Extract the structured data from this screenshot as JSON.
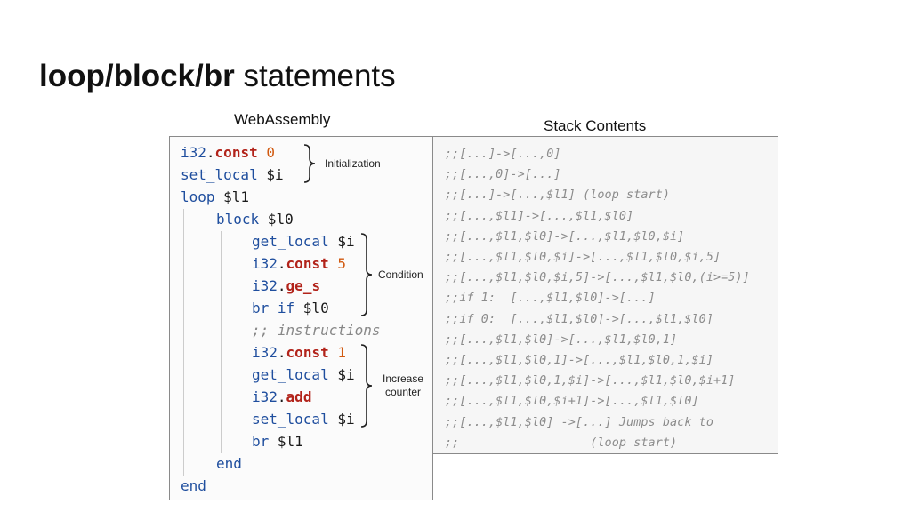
{
  "title": {
    "bold": "loop/block/br",
    "rest": "statements"
  },
  "captions": {
    "webassembly": "WebAssembly",
    "stack": "Stack Contents"
  },
  "code": [
    {
      "indent": 0,
      "tokens": [
        {
          "t": "i32",
          "c": "blue"
        },
        {
          "t": ".",
          "c": "black"
        },
        {
          "t": "const",
          "c": "red"
        },
        {
          "t": " 0",
          "c": "orange"
        }
      ]
    },
    {
      "indent": 0,
      "tokens": [
        {
          "t": "set_local",
          "c": "blue"
        },
        {
          "t": " $i",
          "c": "black"
        }
      ]
    },
    {
      "indent": 0,
      "tokens": [
        {
          "t": "loop",
          "c": "blue"
        },
        {
          "t": " $l1",
          "c": "black"
        }
      ]
    },
    {
      "indent": 1,
      "tokens": [
        {
          "t": "block",
          "c": "blue"
        },
        {
          "t": " $l0",
          "c": "black"
        }
      ]
    },
    {
      "indent": 2,
      "tokens": [
        {
          "t": "get_local",
          "c": "blue"
        },
        {
          "t": " $i",
          "c": "black"
        }
      ]
    },
    {
      "indent": 2,
      "tokens": [
        {
          "t": "i32",
          "c": "blue"
        },
        {
          "t": ".",
          "c": "black"
        },
        {
          "t": "const",
          "c": "red"
        },
        {
          "t": " 5",
          "c": "orange"
        }
      ]
    },
    {
      "indent": 2,
      "tokens": [
        {
          "t": "i32",
          "c": "blue"
        },
        {
          "t": ".",
          "c": "black"
        },
        {
          "t": "ge_s",
          "c": "red"
        }
      ]
    },
    {
      "indent": 2,
      "tokens": [
        {
          "t": "br_if",
          "c": "blue"
        },
        {
          "t": " $l0",
          "c": "black"
        }
      ]
    },
    {
      "indent": 2,
      "tokens": [
        {
          "t": ";; instructions",
          "c": "comment"
        }
      ]
    },
    {
      "indent": 2,
      "tokens": [
        {
          "t": "i32",
          "c": "blue"
        },
        {
          "t": ".",
          "c": "black"
        },
        {
          "t": "const",
          "c": "red"
        },
        {
          "t": " 1",
          "c": "orange"
        }
      ]
    },
    {
      "indent": 2,
      "tokens": [
        {
          "t": "get_local",
          "c": "blue"
        },
        {
          "t": " $i",
          "c": "black"
        }
      ]
    },
    {
      "indent": 2,
      "tokens": [
        {
          "t": "i32",
          "c": "blue"
        },
        {
          "t": ".",
          "c": "black"
        },
        {
          "t": "add",
          "c": "red"
        }
      ]
    },
    {
      "indent": 2,
      "tokens": [
        {
          "t": "set_local",
          "c": "blue"
        },
        {
          "t": " $i",
          "c": "black"
        }
      ]
    },
    {
      "indent": 2,
      "tokens": [
        {
          "t": "br",
          "c": "blue"
        },
        {
          "t": " $l1",
          "c": "black"
        }
      ]
    },
    {
      "indent": 1,
      "tokens": [
        {
          "t": "end",
          "c": "blue"
        }
      ]
    },
    {
      "indent": 0,
      "tokens": [
        {
          "t": "end",
          "c": "blue"
        }
      ]
    }
  ],
  "annotations": [
    {
      "label": "Initialization",
      "from_line": 0,
      "to_line": 1
    },
    {
      "label": "Condition",
      "from_line": 4,
      "to_line": 7
    },
    {
      "label": "Increase\ncounter",
      "from_line": 9,
      "to_line": 12
    }
  ],
  "stack": [
    ";;[...]->[...,0]",
    ";;[...,0]->[...]",
    ";;[...]->[...,$l1] (loop start)",
    ";;[...,$l1]->[...,$l1,$l0]",
    ";;[...,$l1,$l0]->[...,$l1,$l0,$i]",
    ";;[...,$l1,$l0,$i]->[...,$l1,$l0,$i,5]",
    ";;[...,$l1,$l0,$i,5]->[...,$l1,$l0,(i>=5)]",
    ";;if 1:  [...,$l1,$l0]->[...]",
    ";;if 0:  [...,$l1,$l0]->[...,$l1,$l0]",
    ";;[...,$l1,$l0]->[...,$l1,$l0,1]",
    ";;[...,$l1,$l0,1]->[...,$l1,$l0,1,$i]",
    ";;[...,$l1,$l0,1,$i]->[...,$l1,$l0,$i+1]",
    ";;[...,$l1,$l0,$i+1]->[...,$l1,$l0]",
    ";;[...,$l1,$l0] ->[...] Jumps back to",
    ";;                  (loop start)"
  ],
  "colors": {
    "keyword": "#1f4e9e",
    "operator": "#b2231a",
    "number": "#d15a10",
    "comment": "#888888",
    "stack_text": "#8c8c8c"
  }
}
